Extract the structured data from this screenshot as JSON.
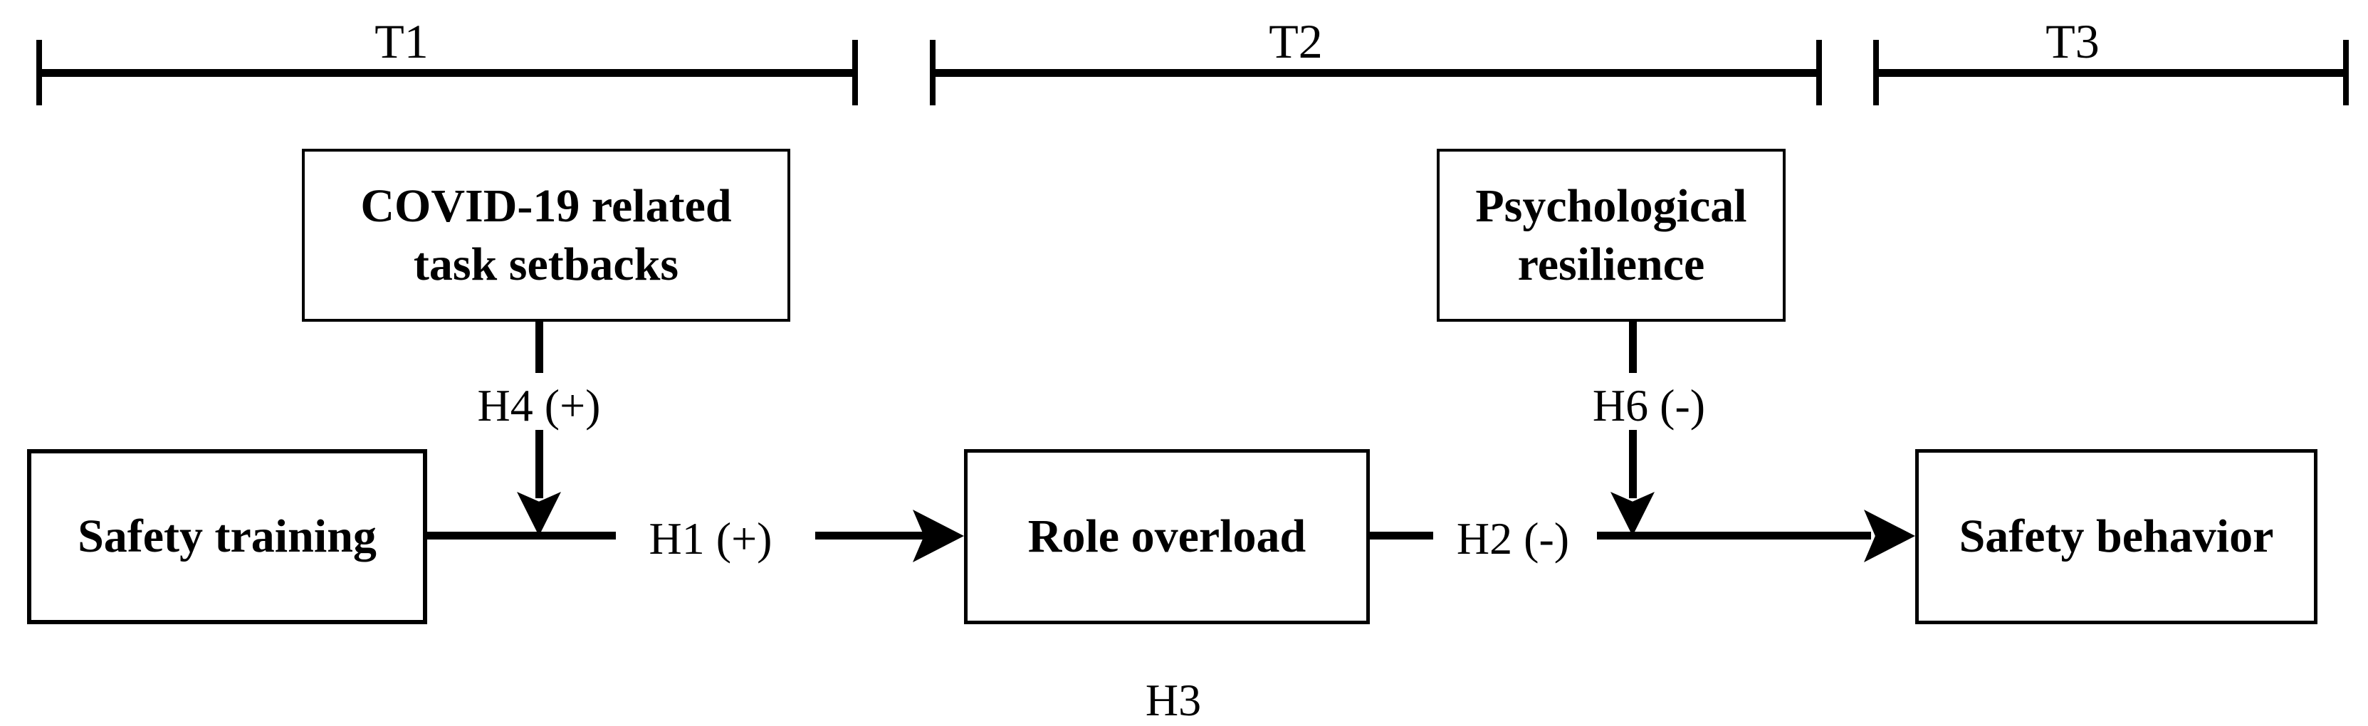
{
  "timeline": {
    "t1": "T1",
    "t2": "T2",
    "t3": "T3"
  },
  "boxes": {
    "covid_task_setbacks": {
      "line1": "COVID-19 related",
      "line2": "task setbacks"
    },
    "psychological_resilience": {
      "line1": "Psychological",
      "line2": "resilience"
    },
    "safety_training": {
      "label": "Safety training"
    },
    "role_overload": {
      "label": "Role overload"
    },
    "safety_behavior": {
      "label": "Safety behavior"
    }
  },
  "hypotheses": {
    "h1": "H1 (+)",
    "h2": "H2 (-)",
    "h3": "H3",
    "h4": "H4 (+)",
    "h6": "H6 (-)"
  },
  "colors": {
    "ink": "#000000",
    "background": "#ffffff"
  }
}
